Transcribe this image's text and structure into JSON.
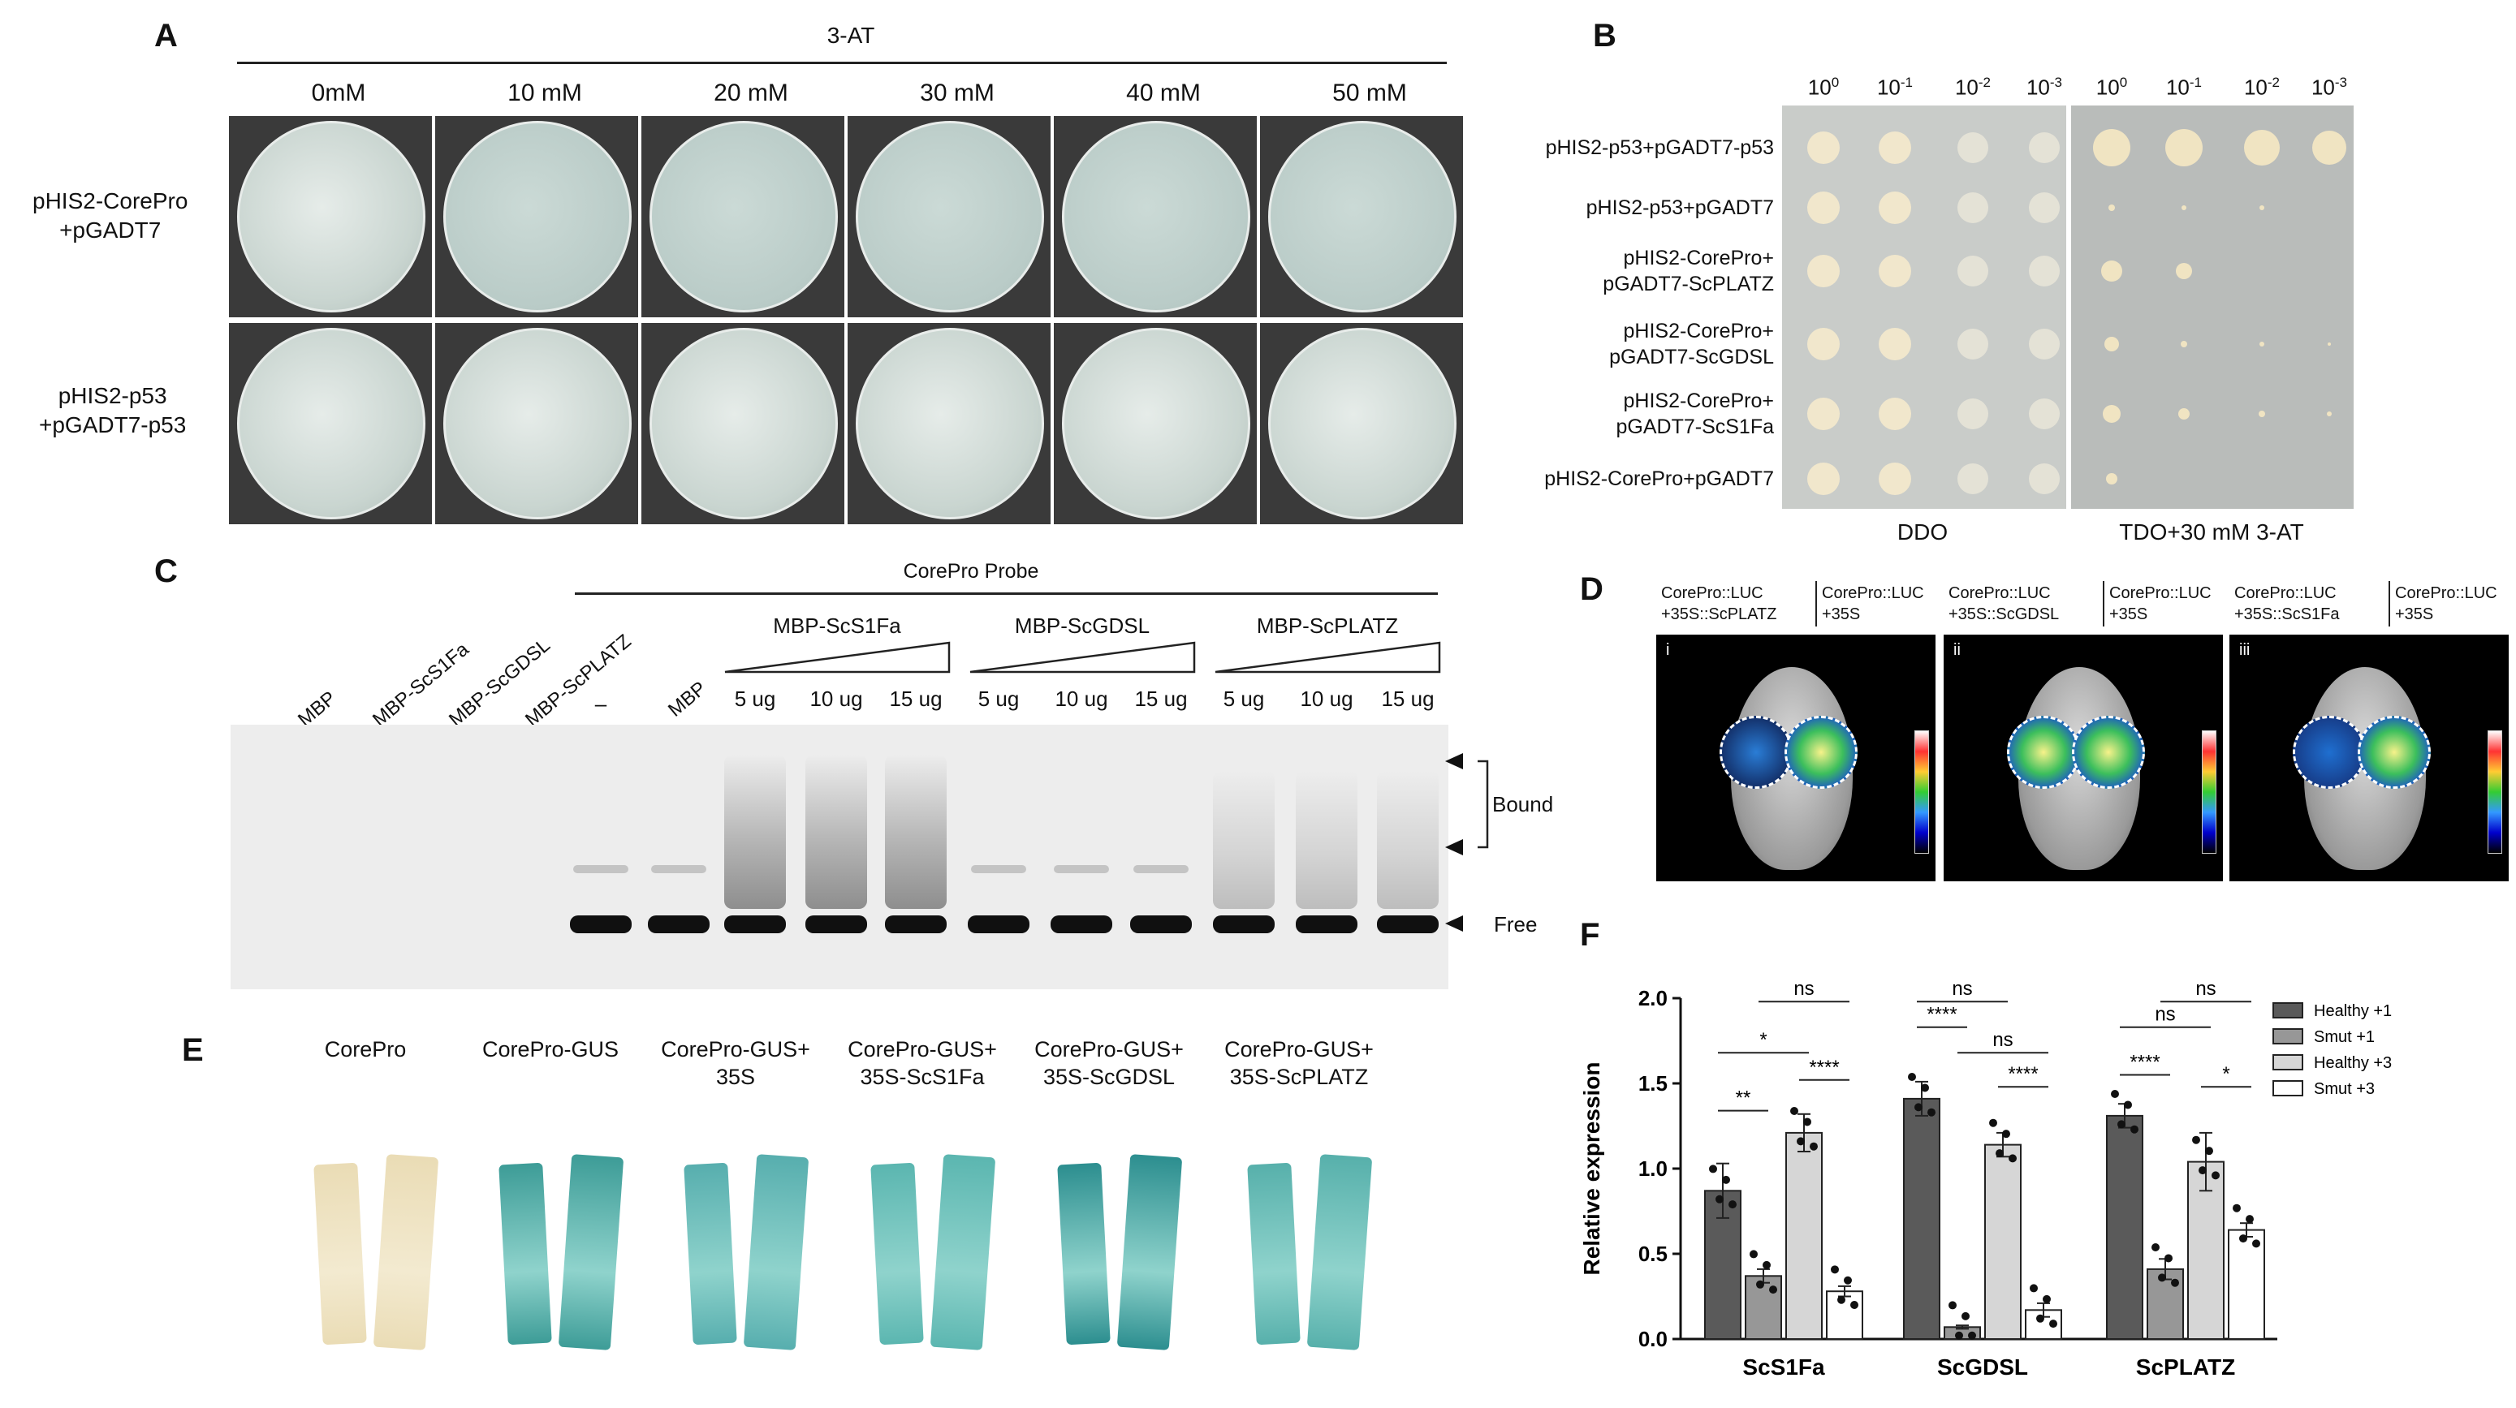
{
  "panels": {
    "A": "A",
    "B": "B",
    "C": "C",
    "D": "D",
    "E": "E",
    "F": "F"
  },
  "panelA": {
    "header": "3-AT",
    "concentrations": [
      "0mM",
      "10 mM",
      "20 mM",
      "30 mM",
      "40 mM",
      "50 mM"
    ],
    "row_labels": [
      [
        "pHIS2-CorePro",
        "+pGADT7"
      ],
      [
        "pHIS2-p53",
        "+pGADT7-p53"
      ]
    ]
  },
  "panelB": {
    "dilutions": [
      [
        "10",
        "0"
      ],
      [
        "10",
        "-1"
      ],
      [
        "10",
        "-2"
      ],
      [
        "10",
        "-3"
      ],
      [
        "10",
        "0"
      ],
      [
        "10",
        "-1"
      ],
      [
        "10",
        "-2"
      ],
      [
        "10",
        "-3"
      ]
    ],
    "rows": [
      [
        "pHIS2-p53+pGADT7-p53"
      ],
      [
        "pHIS2-p53+pGADT7"
      ],
      [
        "pHIS2-CorePro+",
        "pGADT7-ScPLATZ"
      ],
      [
        "pHIS2-CorePro+",
        "pGADT7-ScGDSL"
      ],
      [
        "pHIS2-CorePro+",
        "pGADT7-ScS1Fa"
      ],
      [
        "pHIS2-CorePro+pGADT7"
      ]
    ],
    "conditions": [
      "DDO",
      "TDO+30 mM 3-AT"
    ]
  },
  "panelC": {
    "probe_header": "CorePro Probe",
    "lane_labels": [
      "MBP",
      "MBP-ScS1Fa",
      "MBP-ScGDSL",
      "MBP-ScPLATZ"
    ],
    "dash": "–",
    "mbp": "MBP",
    "groups": [
      "MBP-ScS1Fa",
      "MBP-ScGDSL",
      "MBP-ScPLATZ"
    ],
    "amounts": [
      "5 ug",
      "10 ug",
      "15 ug"
    ],
    "bound": "Bound",
    "free": "Free"
  },
  "panelD": {
    "labels": [
      {
        "left": [
          "CorePro::LUC",
          "+35S::ScPLATZ"
        ],
        "right": [
          "CorePro::LUC",
          "+35S"
        ],
        "roman": "i"
      },
      {
        "left": [
          "CorePro::LUC",
          "+35S::ScGDSL"
        ],
        "right": [
          "CorePro::LUC",
          "+35S"
        ],
        "roman": "ii"
      },
      {
        "left": [
          "CorePro::LUC",
          "+35S::ScS1Fa"
        ],
        "right": [
          "CorePro::LUC",
          "+35S"
        ],
        "roman": "iii"
      }
    ]
  },
  "panelE": {
    "labels": [
      [
        "CorePro"
      ],
      [
        "CorePro-GUS"
      ],
      [
        "CorePro-GUS+",
        "35S"
      ],
      [
        "CorePro-GUS+",
        "35S-ScS1Fa"
      ],
      [
        "CorePro-GUS+",
        "35S-ScGDSL"
      ],
      [
        "CorePro-GUS+",
        "35S-ScPLATZ"
      ]
    ]
  },
  "chart_data": {
    "type": "bar",
    "ylabel": "Relative expression",
    "ylim": [
      0,
      2.0
    ],
    "yticks": [
      "0.0",
      "0.5",
      "1.0",
      "1.5",
      "2.0"
    ],
    "categories": [
      "ScS1Fa",
      "ScGDSL",
      "ScPLATZ"
    ],
    "series": [
      {
        "name": "Healthy +1",
        "color": "#5a5a5a",
        "values": [
          0.87,
          1.41,
          1.31
        ],
        "errors": [
          0.16,
          0.1,
          0.07
        ]
      },
      {
        "name": "Smut +1",
        "color": "#979797",
        "values": [
          0.37,
          0.07,
          0.41
        ],
        "errors": [
          0.04,
          0.01,
          0.06
        ]
      },
      {
        "name": "Healthy +3",
        "color": "#d6d6d6",
        "values": [
          1.21,
          1.14,
          1.04
        ],
        "errors": [
          0.11,
          0.07,
          0.17
        ]
      },
      {
        "name": "Smut +3",
        "color": "#ffffff",
        "values": [
          0.28,
          0.17,
          0.64
        ],
        "errors": [
          0.03,
          0.04,
          0.04
        ]
      }
    ],
    "significance": [
      {
        "group": 0,
        "from": 0,
        "to": 1,
        "label": "**",
        "y": 1.34
      },
      {
        "group": 0,
        "from": 0,
        "to": 2,
        "label": "*",
        "y": 1.68
      },
      {
        "group": 0,
        "from": 2,
        "to": 3,
        "label": "****",
        "y": 1.52
      },
      {
        "group": 0,
        "from": 1,
        "to": 3,
        "label": "ns",
        "y": 1.98
      },
      {
        "group": 1,
        "from": 0,
        "to": 1,
        "label": "****",
        "y": 1.83
      },
      {
        "group": 1,
        "from": 0,
        "to": 2,
        "label": "ns",
        "y": 1.98
      },
      {
        "group": 1,
        "from": 2,
        "to": 3,
        "label": "****",
        "y": 1.48
      },
      {
        "group": 1,
        "from": 1,
        "to": 3,
        "label": "ns",
        "y": 1.68
      },
      {
        "group": 2,
        "from": 0,
        "to": 1,
        "label": "****",
        "y": 1.55
      },
      {
        "group": 2,
        "from": 0,
        "to": 2,
        "label": "ns",
        "y": 1.83
      },
      {
        "group": 2,
        "from": 2,
        "to": 3,
        "label": "*",
        "y": 1.48
      },
      {
        "group": 2,
        "from": 1,
        "to": 3,
        "label": "ns",
        "y": 1.98
      }
    ]
  }
}
